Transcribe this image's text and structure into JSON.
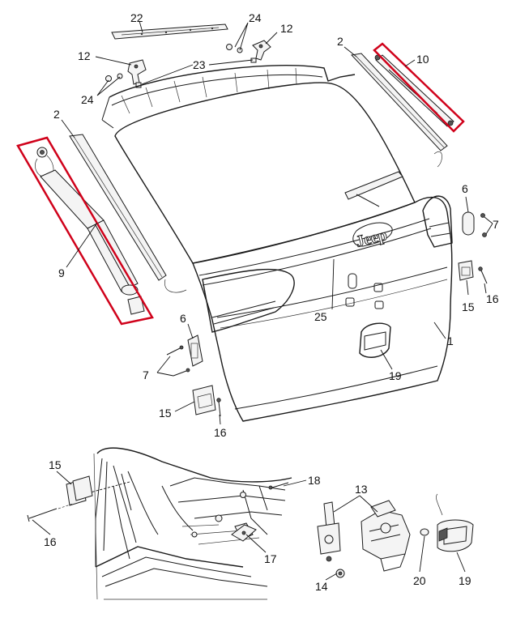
{
  "callouts": [
    {
      "id": "c22",
      "label": "22"
    },
    {
      "id": "c24a",
      "label": "24"
    },
    {
      "id": "c12a",
      "label": "12"
    },
    {
      "id": "c12b",
      "label": "12"
    },
    {
      "id": "c23",
      "label": "23"
    },
    {
      "id": "c24b",
      "label": "24"
    },
    {
      "id": "c2a",
      "label": "2"
    },
    {
      "id": "c10",
      "label": "10"
    },
    {
      "id": "c2b",
      "label": "2"
    },
    {
      "id": "c6a",
      "label": "6"
    },
    {
      "id": "c7a",
      "label": "7"
    },
    {
      "id": "c9",
      "label": "9"
    },
    {
      "id": "c25",
      "label": "25"
    },
    {
      "id": "c1",
      "label": "1"
    },
    {
      "id": "c15a",
      "label": "15"
    },
    {
      "id": "c16a",
      "label": "16"
    },
    {
      "id": "c6b",
      "label": "6"
    },
    {
      "id": "c7b",
      "label": "7"
    },
    {
      "id": "c19a",
      "label": "19"
    },
    {
      "id": "c15b",
      "label": "15"
    },
    {
      "id": "c16b",
      "label": "16"
    },
    {
      "id": "c15c",
      "label": "15"
    },
    {
      "id": "c18",
      "label": "18"
    },
    {
      "id": "c13",
      "label": "13"
    },
    {
      "id": "c16c",
      "label": "16"
    },
    {
      "id": "c17",
      "label": "17"
    },
    {
      "id": "c14",
      "label": "14"
    },
    {
      "id": "c20",
      "label": "20"
    },
    {
      "id": "c19b",
      "label": "19"
    }
  ],
  "badge_text": "Jeep",
  "highlight_color": "#d0021b",
  "line_color": "#1a1a1a"
}
